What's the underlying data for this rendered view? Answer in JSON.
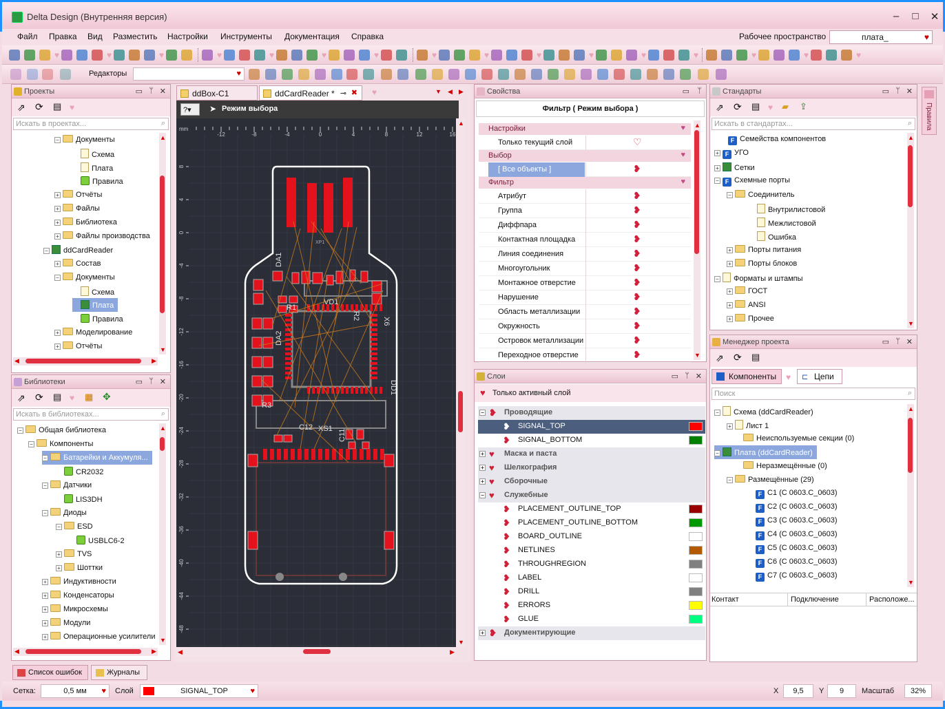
{
  "window": {
    "title": "Delta Design (Внутренняя версия)",
    "min": "–",
    "max": "□",
    "close": "✕"
  },
  "menu": [
    "Файл",
    "Правка",
    "Вид",
    "Разместить",
    "Настройки",
    "Инструменты",
    "Документация",
    "Справка"
  ],
  "workspace": {
    "label": "Рабочее пространство",
    "value": "плата_"
  },
  "toolbar2": {
    "editors_label": "Редакторы"
  },
  "projects_panel": {
    "title": "Проекты",
    "search_placeholder": "Искать в проектах...",
    "items": [
      "Документы",
      "Схема",
      "Плата",
      "Правила",
      "Отчёты",
      "Файлы",
      "Библиотека",
      "Файлы производства",
      "ddCardReader",
      "Состав",
      "Документы",
      "Схема",
      "Плата",
      "Правила",
      "Моделирование",
      "Отчёты"
    ]
  },
  "libraries_panel": {
    "title": "Библиотеки",
    "search_placeholder": "Искать в библиотеках...",
    "items": [
      "Общая библиотека",
      "Компоненты",
      "Батарейки и Аккумуля...",
      "CR2032",
      "Датчики",
      "LIS3DH",
      "Диоды",
      "ESD",
      "USBLC6-2",
      "TVS",
      "Шоттки",
      "Индуктивности",
      "Конденсаторы",
      "Микросхемы",
      "Модули",
      "Операционные усилители"
    ]
  },
  "editor": {
    "tabs": [
      "ddBox-C1",
      "ddCardReader *"
    ],
    "mode": "Режим выбора",
    "ruler_unit": "mm",
    "ruler_top": [
      "-12",
      "-8",
      "-4",
      "0",
      "4",
      "8",
      "12",
      "16"
    ],
    "ruler_left": [
      "8",
      "4",
      "0",
      "-4",
      "-8",
      "-12",
      "-16",
      "-20",
      "-24",
      "-28",
      "-32",
      "-36",
      "-40",
      "-44",
      "-48"
    ],
    "designators": [
      "XP1",
      "DA1",
      "VD1",
      "R2",
      "R1",
      "X6",
      "DD1",
      "DA2",
      "C12",
      "C11",
      "R3",
      "XS1"
    ]
  },
  "properties_panel": {
    "title": "Свойства",
    "header": "Фильтр ( Режим выбора )",
    "categories": [
      {
        "name": "Настройки",
        "rows": [
          "Только текущий слой"
        ]
      },
      {
        "name": "Выбор",
        "rows": [
          "[ Все объекты ]"
        ]
      },
      {
        "name": "Фильтр",
        "rows": [
          "Атрибут",
          "Группа",
          "Диффпара",
          "Контактная площадка",
          "Линия соединения",
          "Многоугольник",
          "Монтажное отверстие",
          "Нарушение",
          "Область металлизации",
          "Окружность",
          "Островок металлизации",
          "Переходное отверстие"
        ]
      }
    ]
  },
  "layers_panel": {
    "title": "Слои",
    "active_only": "Только активный слой",
    "rows": [
      {
        "name": "Проводящие",
        "group": true
      },
      {
        "name": "SIGNAL_TOP",
        "color": "#ff0000",
        "selected": true
      },
      {
        "name": "SIGNAL_BOTTOM",
        "color": "#008000"
      },
      {
        "name": "Маска и паста",
        "group": true
      },
      {
        "name": "Шелкография",
        "group": true
      },
      {
        "name": "Сборочные",
        "group": true
      },
      {
        "name": "Служебные",
        "group": true
      },
      {
        "name": "PLACEMENT_OUTLINE_TOP",
        "color": "#990000"
      },
      {
        "name": "PLACEMENT_OUTLINE_BOTTOM",
        "color": "#009900"
      },
      {
        "name": "BOARD_OUTLINE",
        "color": "#ffffff"
      },
      {
        "name": "NETLINES",
        "color": "#b35900"
      },
      {
        "name": "THROUGHREGION",
        "color": "#808080"
      },
      {
        "name": "LABEL",
        "color": "#ffffff"
      },
      {
        "name": "DRILL",
        "color": "#808080"
      },
      {
        "name": "ERRORS",
        "color": "#ffff00"
      },
      {
        "name": "GLUE",
        "color": "#00ff80"
      },
      {
        "name": "Документирующие",
        "group": true
      }
    ]
  },
  "standards_panel": {
    "title": "Стандарты",
    "search_placeholder": "Искать в стандартах...",
    "items": [
      "Семейства компонентов",
      "УГО",
      "Сетки",
      "Схемные порты",
      "Соединитель",
      "Внутрилистовой",
      "Межлистовой",
      "Ошибка",
      "Порты питания",
      "Порты блоков",
      "Форматы и штампы",
      "ГОСТ",
      "ANSI",
      "Прочее"
    ]
  },
  "project_manager": {
    "title": "Менеджер проекта",
    "tabs": [
      "Компоненты",
      "Цепи"
    ],
    "search_placeholder": "Поиск",
    "items": [
      "Схема (ddCardReader)",
      "Лист 1",
      "Неиспользуемые секции (0)",
      "Плата (ddCardReader)",
      "Неразмещённые (0)",
      "Размещённые (29)",
      "C1 (C 0603.C_0603)",
      "C2 (C 0603.C_0603)",
      "C3 (C 0603.C_0603)",
      "C4 (C 0603.C_0603)",
      "C5 (C 0603.C_0603)",
      "C6 (C 0603.C_0603)",
      "C7 (C 0603.C_0603)"
    ],
    "columns": [
      "Контакт",
      "Подключение",
      "Расположе..."
    ]
  },
  "side_tab": "Правила",
  "bottom_tabs": [
    "Список ошибок",
    "Журналы"
  ],
  "status": {
    "grid_label": "Сетка:",
    "grid_value": "0,5 мм",
    "layer_label": "Слой",
    "layer_value": "SIGNAL_TOP",
    "x_label": "X",
    "x_value": "9,5",
    "y_label": "Y",
    "y_value": "9",
    "zoom_label": "Масштаб",
    "zoom_value": "32%"
  }
}
